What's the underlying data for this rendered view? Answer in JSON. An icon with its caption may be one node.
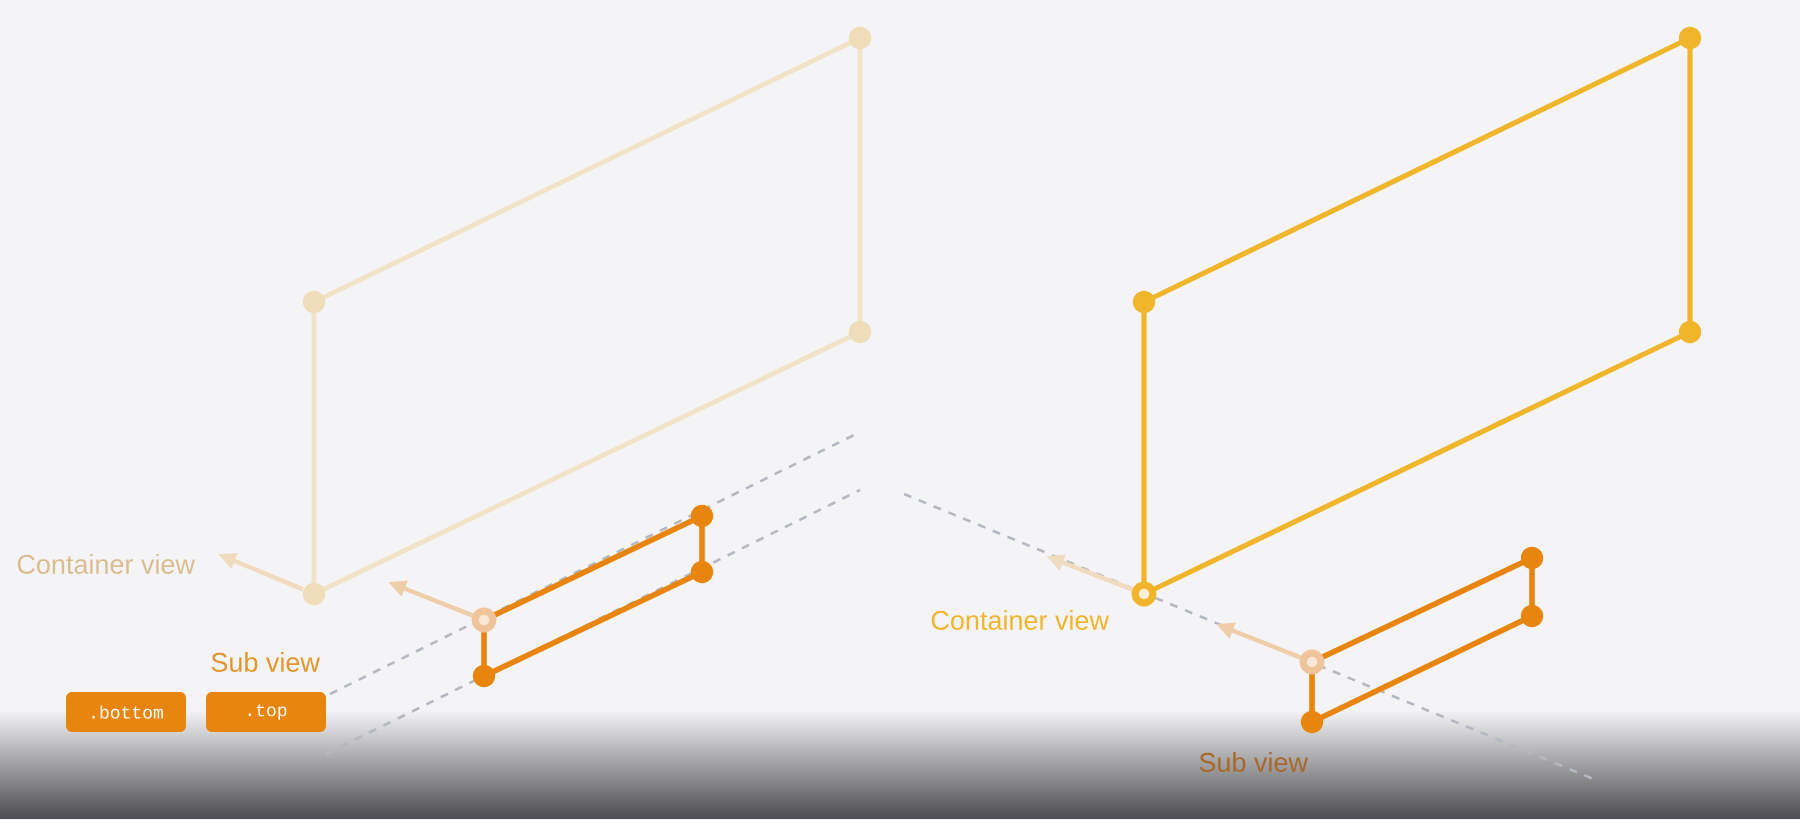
{
  "diagram": {
    "nodes": [
      {
        "text": [
          ".bottom"
        ]
      },
      {
        "text": [
          ".top"
        ]
      }
    ],
    "labels": [
      "Container view",
      "Sub view",
      "Container view",
      "Sub view"
    ]
  }
}
